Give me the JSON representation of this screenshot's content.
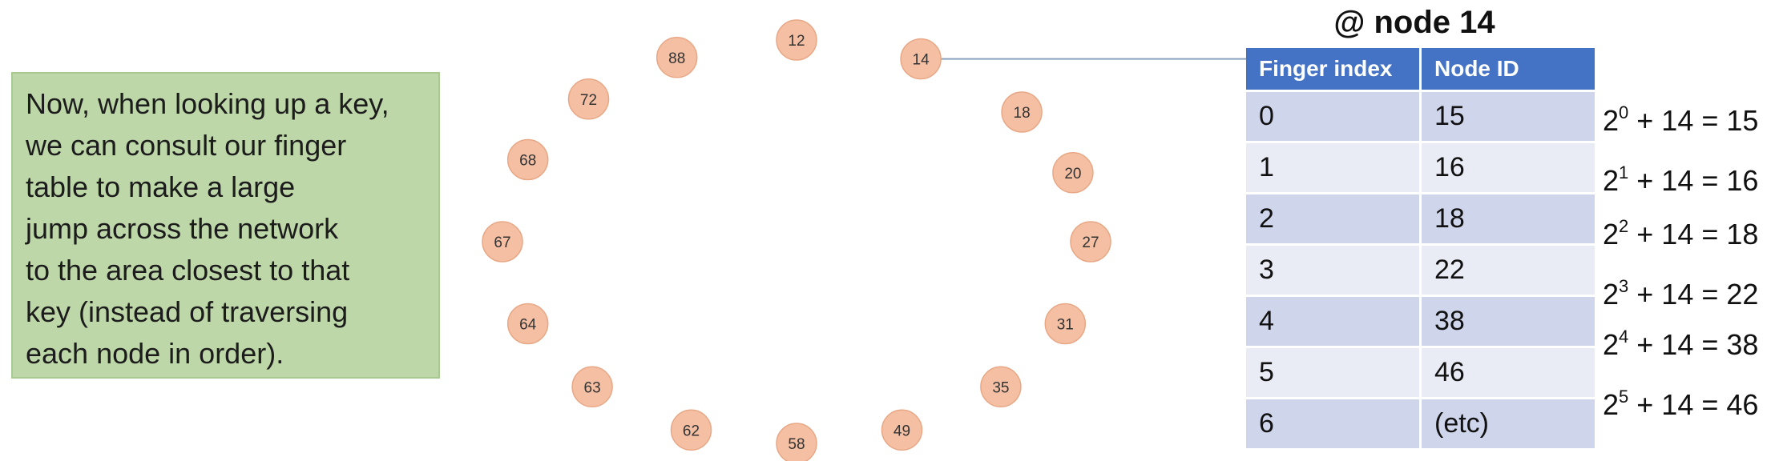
{
  "note_lines": [
    "Now, when looking up a key,",
    "we can consult our finger",
    "table to make a large",
    "jump across the network",
    "to the area closest to that",
    "key (instead of traversing",
    "each node in order)."
  ],
  "ring_nodes": [
    {
      "id": "12",
      "angle": 0
    },
    {
      "id": "14",
      "angle": 25
    },
    {
      "id": "18",
      "angle": 50
    },
    {
      "id": "20",
      "angle": 70
    },
    {
      "id": "27",
      "angle": 90
    },
    {
      "id": "31",
      "angle": 114
    },
    {
      "id": "35",
      "angle": 136
    },
    {
      "id": "49",
      "angle": 159
    },
    {
      "id": "58",
      "angle": 180
    },
    {
      "id": "62",
      "angle": 201
    },
    {
      "id": "63",
      "angle": 224
    },
    {
      "id": "64",
      "angle": 246
    },
    {
      "id": "67",
      "angle": 270
    },
    {
      "id": "68",
      "angle": 294
    },
    {
      "id": "72",
      "angle": 315
    },
    {
      "id": "88",
      "angle": 336
    }
  ],
  "connector_from_node": "14",
  "colors": {
    "node_fill": "#f4bfa3",
    "node_stroke": "#e8a886",
    "connector": "#8ba0bc",
    "table_header": "#4472c4",
    "row_dark": "#cfd5ea",
    "row_light": "#e9ebf5",
    "note_bg": "#bdd7a8"
  },
  "table": {
    "title": "@ node 14",
    "headers": [
      "Finger index",
      "Node ID"
    ],
    "rows": [
      [
        "0",
        "15"
      ],
      [
        "1",
        "16"
      ],
      [
        "2",
        "18"
      ],
      [
        "3",
        "22"
      ],
      [
        "4",
        "38"
      ],
      [
        "5",
        "46"
      ],
      [
        "6",
        "(etc)"
      ]
    ]
  },
  "formulas": [
    {
      "base": "2",
      "exp": "0",
      "rest": " + 14 = 15"
    },
    {
      "base": "2",
      "exp": "1",
      "rest": " + 14 = 16"
    },
    {
      "base": "2",
      "exp": "2",
      "rest": " + 14 = 18"
    },
    {
      "base": "2",
      "exp": "3",
      "rest": " + 14 = 22"
    },
    {
      "base": "2",
      "exp": "4",
      "rest": " + 14 = 38"
    },
    {
      "base": "2",
      "exp": "5",
      "rest": " + 14 = 46"
    }
  ]
}
